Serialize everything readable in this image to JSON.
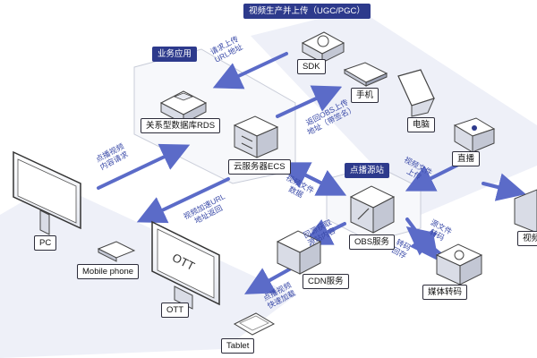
{
  "groups": {
    "producer": "视频生产并上传（UGC/PGC）",
    "business_app": "业务应用",
    "origin": "点播源站"
  },
  "nodes": {
    "sdk": "SDK",
    "phone": "手机",
    "computer": "电脑",
    "live": "直播",
    "rds": "关系型数据库RDS",
    "ecs": "云服务器ECS",
    "obs": "OBS服务",
    "cdn": "CDN服务",
    "transcode": "媒体转码",
    "pc": "PC",
    "mobile": "Mobile phone",
    "ott": "OTT",
    "tablet": "Tablet",
    "right_partial": "视频",
    "ott_screen": "OTT"
  },
  "flows": {
    "upload_request": [
      "请求上传",
      "URL地址"
    ],
    "return_obs_upload": [
      "返回OBS上传",
      "地址（带签名）"
    ],
    "play_request": [
      "点播视频",
      "内容请求"
    ],
    "accelerate_url": [
      "视频加速URL",
      "地址返回"
    ],
    "video_file_data": [
      "视频文件",
      "数据"
    ],
    "video_file_upload": [
      "视频文件",
      "上传"
    ],
    "origin_pull": [
      "回源获取",
      "源站内容"
    ],
    "play_accelerate": [
      "点播视频",
      "快速加载"
    ],
    "transcode_in": [
      "源文件",
      "转码"
    ],
    "transcode_out": [
      "转码",
      "回存"
    ]
  },
  "colors": {
    "accent": "#2d3a8c",
    "arrow": "#5b6bc8",
    "band": "#eef0f8"
  }
}
